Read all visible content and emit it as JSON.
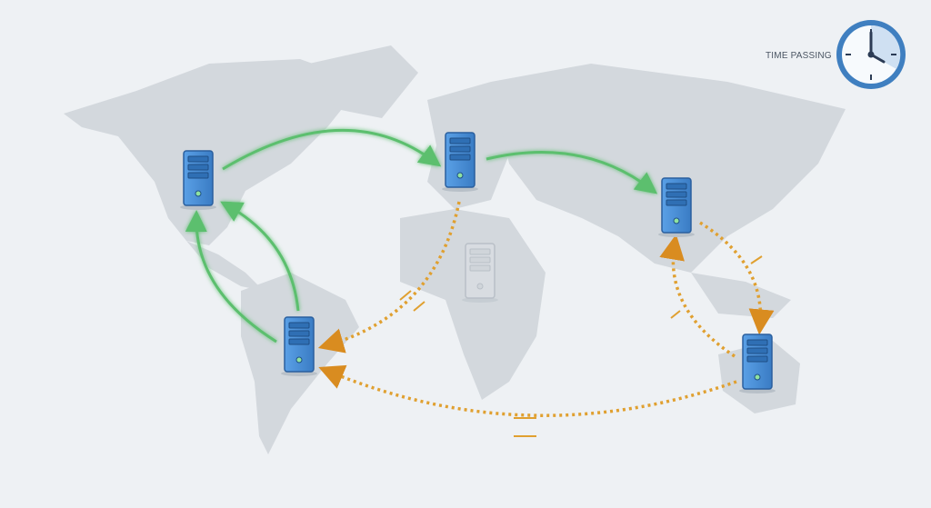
{
  "legend": {
    "time_label": "TIME PASSING",
    "clock_icon": "clock-icon"
  },
  "colors": {
    "background": "#eef1f4",
    "land": "#d3d8dd",
    "server": "#4a8fd6",
    "sync_ok": "#5cbf6e",
    "sync_delayed": "#e0a030",
    "clock_ring": "#3f7fc0"
  },
  "nodes": [
    {
      "id": "north-america",
      "status": "active"
    },
    {
      "id": "europe",
      "status": "active"
    },
    {
      "id": "asia",
      "status": "active"
    },
    {
      "id": "south-america",
      "status": "active"
    },
    {
      "id": "australia",
      "status": "active"
    },
    {
      "id": "africa",
      "status": "inactive"
    }
  ],
  "links": [
    {
      "from": "north-america",
      "to": "europe",
      "type": "synced"
    },
    {
      "from": "europe",
      "to": "asia",
      "type": "synced"
    },
    {
      "from": "south-america",
      "to": "north-america",
      "type": "synced"
    },
    {
      "from": "south-america",
      "to": "north-america",
      "type": "synced"
    },
    {
      "from": "europe",
      "to": "south-america",
      "type": "delayed"
    },
    {
      "from": "asia",
      "to": "australia",
      "type": "delayed"
    },
    {
      "from": "australia",
      "to": "asia",
      "type": "delayed"
    },
    {
      "from": "australia",
      "to": "south-america",
      "type": "delayed"
    }
  ]
}
